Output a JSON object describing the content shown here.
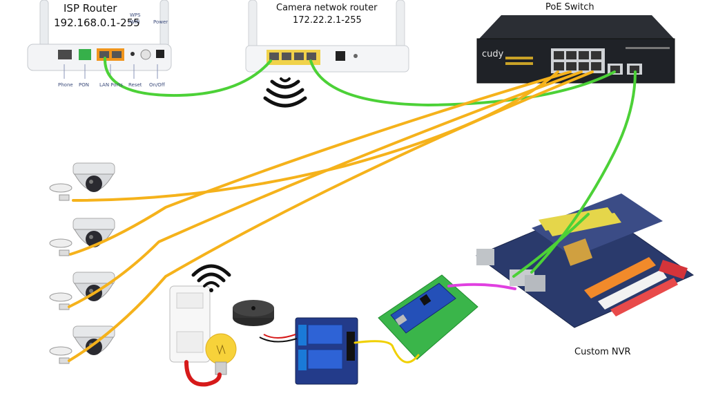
{
  "isp_router": {
    "title": "ISP Router",
    "ip_range": "192.168.0.1-255",
    "wps_label_1": "WPS",
    "wps_label_2": "/WiFi",
    "power_label": "Power",
    "phone_label": "Phone",
    "pon_label": "PON",
    "lan_label": "LAN Ports",
    "reset_label": "Reset",
    "onoff_label": "On/Off"
  },
  "camera_router": {
    "title": "Camera netwok router",
    "ip_range": "172.22.2.1-255"
  },
  "poe_switch": {
    "title": "PoE Switch",
    "brand": "cudy"
  },
  "nvr": {
    "title": "Custom NVR"
  },
  "colors": {
    "lan_cable": "#4cd137",
    "poe_cable": "#f5b21b",
    "usb_cable": "#e040e0",
    "signal_cable": "#f0d000",
    "power_cable": "#d61a1a"
  },
  "icons": [
    "wifi-icon",
    "camera-icon",
    "relay-icon",
    "buzzer-icon",
    "bulb-icon",
    "arduino-icon",
    "motherboard-icon"
  ]
}
